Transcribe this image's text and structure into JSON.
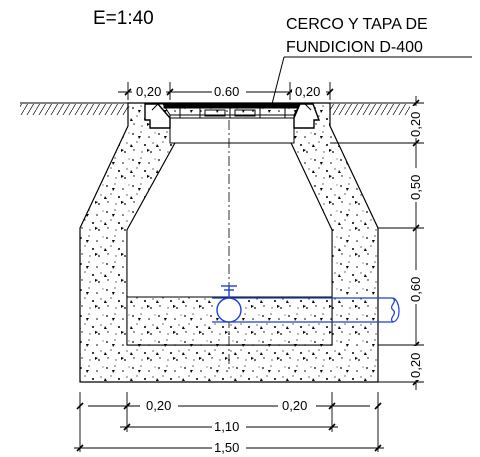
{
  "scale": "E=1:40",
  "note": {
    "line1": "CERCO Y TAPA DE",
    "line2": "FUNDICION D-400"
  },
  "dimensions": {
    "top_left": "0,20",
    "top_center": "0.60",
    "top_right": "0,20",
    "right_1": "0,20",
    "right_2": "0,50",
    "right_3": "0,60",
    "right_4": "0,20",
    "bottom_left": "0,20",
    "bottom_right": "0,20",
    "bottom_inner": "1,10",
    "bottom_outer": "1,50"
  },
  "colors": {
    "line": "#000000",
    "pipe": "#1f3fd6",
    "background": "#ffffff"
  }
}
